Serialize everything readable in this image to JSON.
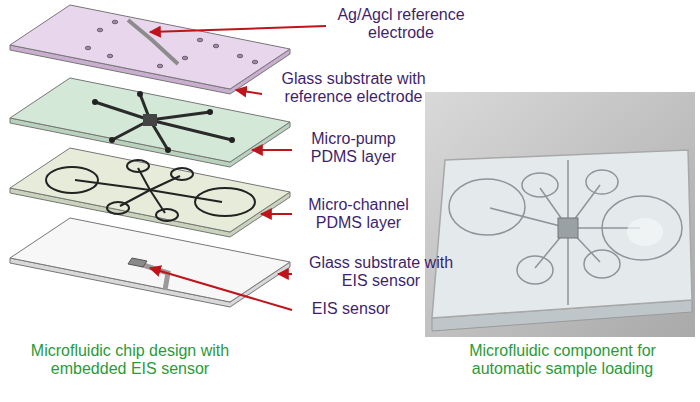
{
  "diagram": {
    "labels": [
      "Ag/Agcl reference electrode",
      "Glass substrate with reference electrode",
      "Micro-pump PDMS layer",
      "Micro-channel PDMS layer",
      "Glass substrate with EIS sensor",
      "EIS sensor",
      "Microfluidic chip design with embedded EIS sensor",
      "Microfluidic component for automatic sample loading"
    ]
  }
}
